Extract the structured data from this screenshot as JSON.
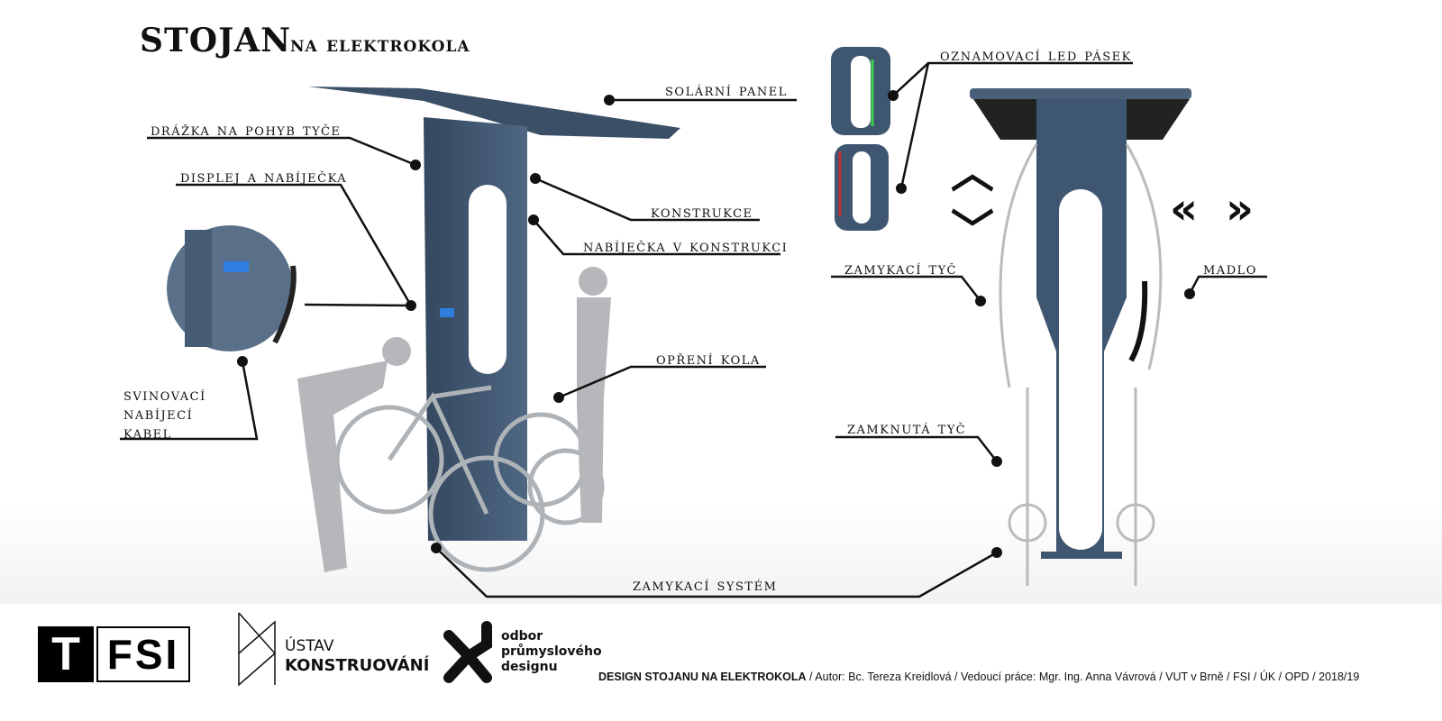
{
  "title": {
    "main": "STOJAN",
    "sub": "NA ELEKTROKOLA"
  },
  "labels": {
    "solar_panel": "SOLÁRNÍ PANEL",
    "groove": "DRÁŽKA NA POHYB TYČE",
    "display": "DISPLEJ A NABÍJEČKA",
    "construction": "KONSTRUKCE",
    "charger_in_construction": "NABÍJEČKA V KONSTRUKCI",
    "bike_support": "OPŘENÍ KOLA",
    "cable_1": "SVINOVACÍ",
    "cable_2": "NABÍJECÍ",
    "cable_3": "KABEL",
    "locking_system": "ZAMYKACÍ SYSTÉM",
    "led_strip": "OZNAMOVACÍ LED PÁSEK",
    "locking_bar": "ZAMYKACÍ TYČ",
    "handle": "MADLO",
    "locked_bar": "ZAMKNUTÁ TYČ"
  },
  "logos": {
    "fsi_t": "T",
    "fsi": "FSI",
    "ustav_1": "ÚSTAV",
    "ustav_2": "KONSTRUOVÁNÍ",
    "odbor_1": "odbor",
    "odbor_2": "průmyslového",
    "odbor_3": "designu"
  },
  "footer": {
    "project": "DESIGN STOJANU NA ELEKTROKOLA",
    "rest": " / Autor: Bc. Tereza Kreidlová / Vedoucí práce: Mgr. Ing. Anna Vávrová / VUT v Brně / FSI / ÚK / OPD / 2018/19"
  },
  "icons": {
    "up": "︿",
    "down": "﹀",
    "left": "«",
    "right": "»"
  },
  "colors": {
    "stand": "#3f5670",
    "accent_led": "#3fcf4f"
  }
}
